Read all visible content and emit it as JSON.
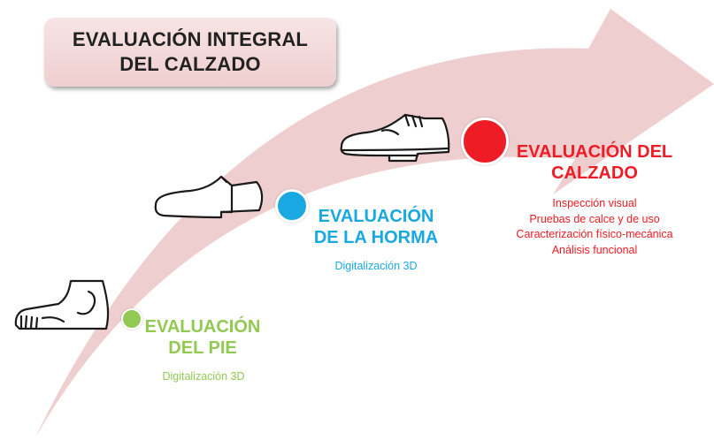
{
  "title": {
    "line1": "EVALUACIÓN INTEGRAL",
    "line2": "DEL CALZADO"
  },
  "colors": {
    "arrow": "#ecc6c8",
    "foot": "#92c953",
    "last": "#1aa8e3",
    "shoe": "#ee1c24",
    "title_box": "#f3d8d9"
  },
  "icons": [
    "foot-icon",
    "shoe-last-icon",
    "shoe-icon"
  ],
  "stages": [
    {
      "title_line1": "EVALUACIÓN",
      "title_line2": "DEL PIE",
      "items": [
        "Digitalización 3D"
      ]
    },
    {
      "title_line1": "EVALUACIÓN",
      "title_line2": "DE LA HORMA",
      "items": [
        "Digitalización 3D"
      ]
    },
    {
      "title_line1": "EVALUACIÓN DEL",
      "title_line2": "CALZADO",
      "items": [
        "Inspección visual",
        "Pruebas de calce y de uso",
        "Caracterización físico-mecánica",
        "Análisis funcional"
      ]
    }
  ]
}
